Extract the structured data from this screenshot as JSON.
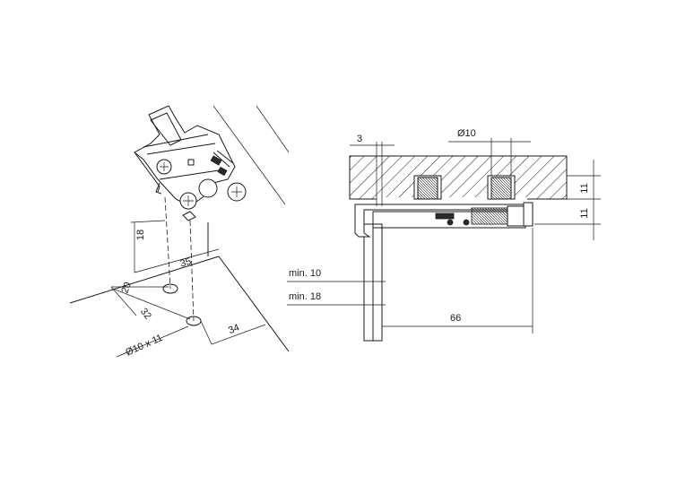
{
  "iso_view": {
    "dimensions": {
      "d18": "18",
      "d35": "35",
      "d20": "20",
      "d32": "32",
      "d34": "34",
      "hole": "Ø10 x 11"
    }
  },
  "section_view": {
    "dimensions": {
      "d3": "3",
      "dia10": "Ø10",
      "d11_top": "11",
      "d11_bottom": "11",
      "min10": "min. 10",
      "min18": "min. 18",
      "d66": "66"
    }
  }
}
